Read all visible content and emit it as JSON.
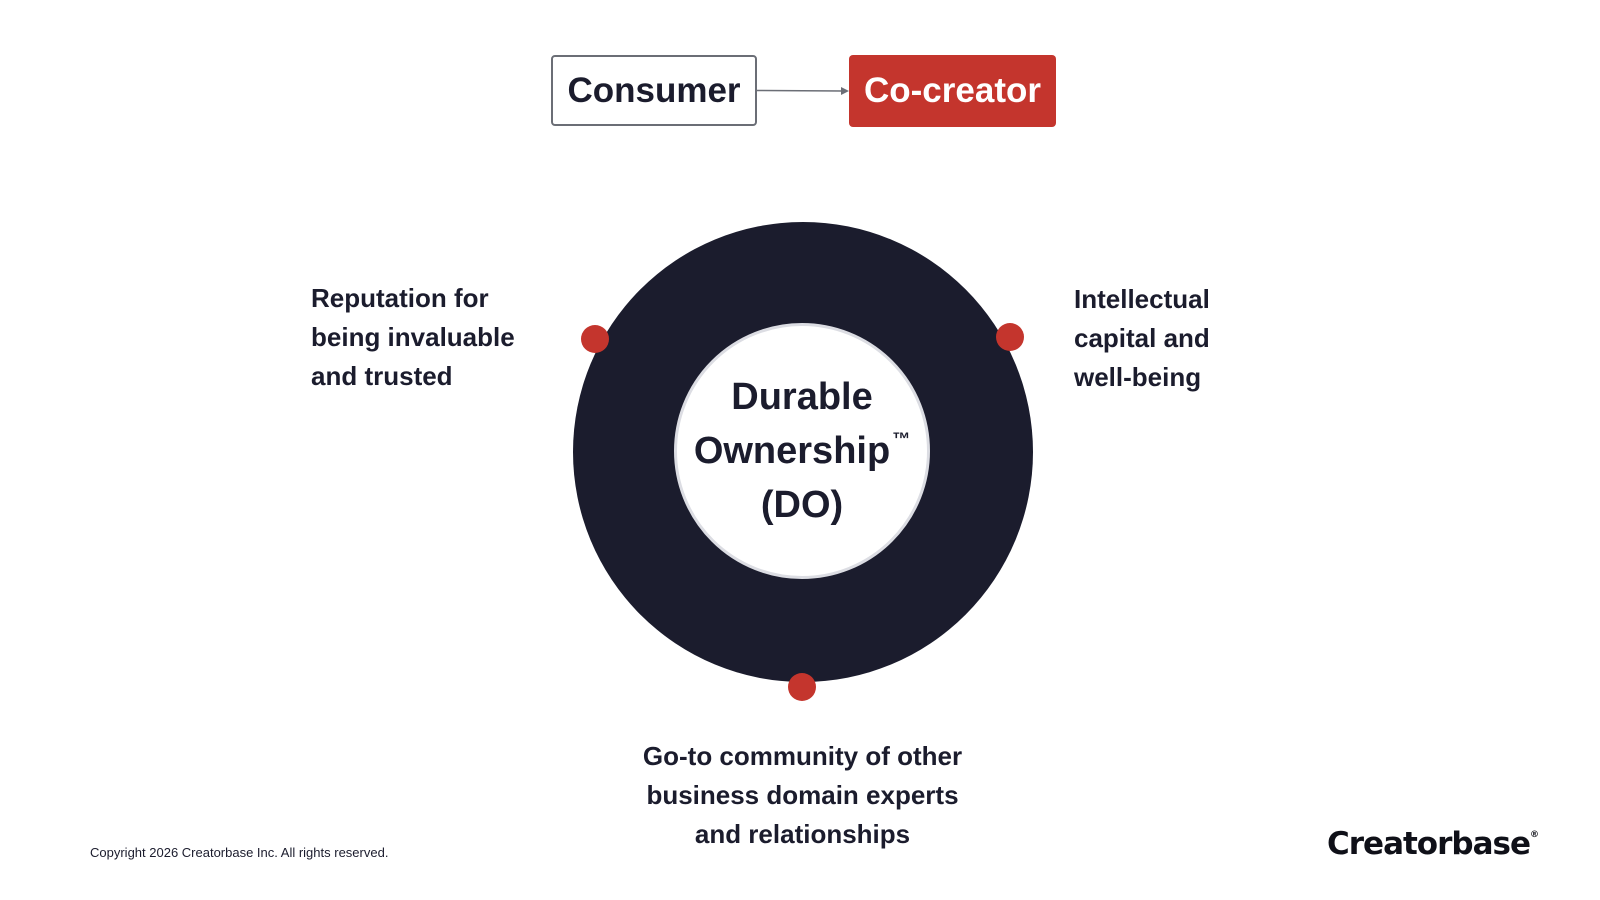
{
  "flow": {
    "from_label": "Consumer",
    "to_label": "Co-creator"
  },
  "hub": {
    "line1": "Durable",
    "line2": "Ownership",
    "trademark": "™",
    "line3": "(DO)"
  },
  "outcomes": {
    "left": [
      "Reputation for",
      "being invaluable",
      "and trusted"
    ],
    "right": [
      "Intellectual",
      "capital and",
      "well-being"
    ],
    "bottom": [
      "Go-to community of other",
      "business domain experts",
      "and relationships"
    ]
  },
  "footer": {
    "copyright": "Copyright 2026 Creatorbase Inc. All rights reserved.",
    "logo_text": "Creatorbase",
    "logo_mark": "®"
  },
  "colors": {
    "accent": "#c4352d",
    "dark": "#1b1c2d",
    "background": "#ffffff"
  }
}
